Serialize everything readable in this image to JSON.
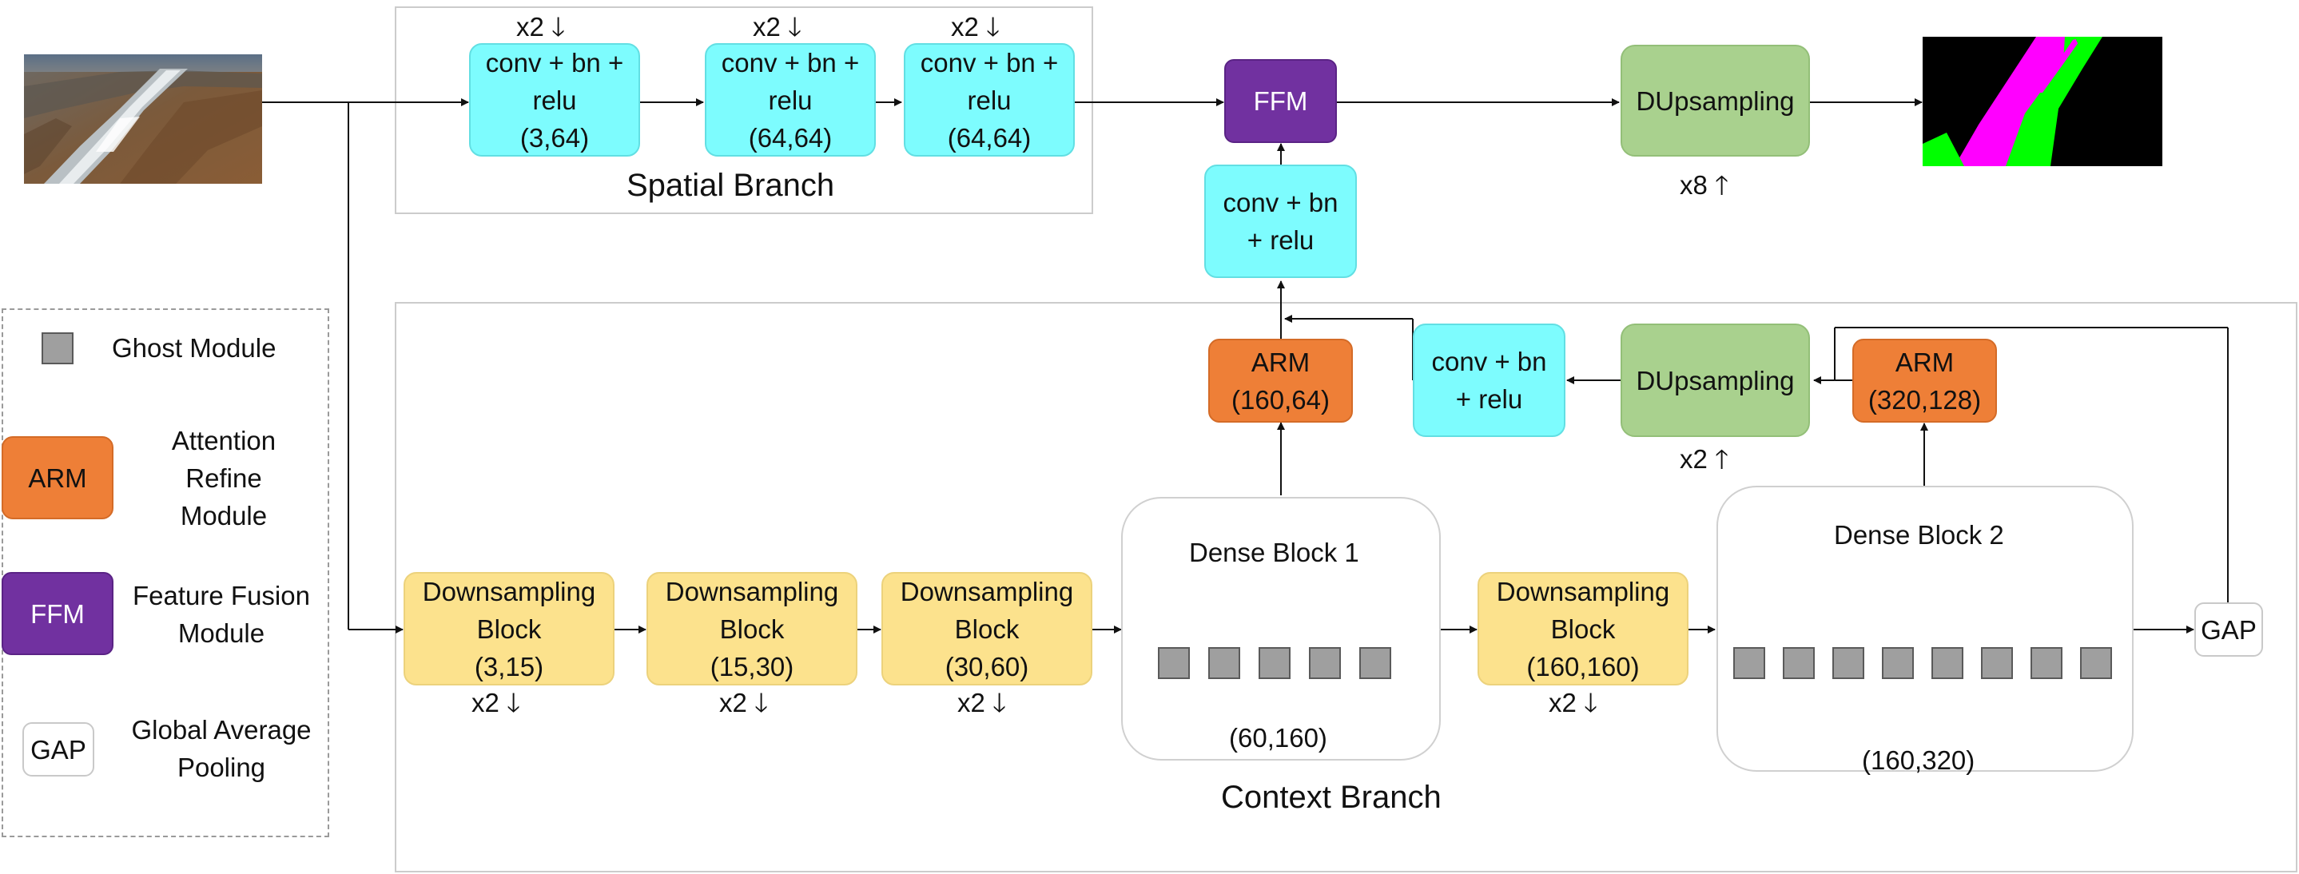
{
  "spatial_branch": {
    "title": "Spatial Branch",
    "conv1": {
      "line1": "conv + bn +",
      "line2": "relu",
      "line3": "(3,64)",
      "factor": "x2"
    },
    "conv2": {
      "line1": "conv + bn +",
      "line2": "relu",
      "line3": "(64,64)",
      "factor": "x2"
    },
    "conv3": {
      "line1": "conv + bn +",
      "line2": "relu",
      "line3": "(64,64)",
      "factor": "x2"
    }
  },
  "ffm": {
    "label": "FFM"
  },
  "top_dupsampling": {
    "label": "DUpsampling",
    "factor": "x8"
  },
  "conv_mid": {
    "line1": "conv + bn",
    "line2": "+ relu"
  },
  "context_branch": {
    "title": "Context Branch",
    "down1": {
      "line1": "Downsampling",
      "line2": "Block",
      "line3": "(3,15)",
      "factor": "x2"
    },
    "down2": {
      "line1": "Downsampling",
      "line2": "Block",
      "line3": "(15,30)",
      "factor": "x2"
    },
    "down3": {
      "line1": "Downsampling",
      "line2": "Block",
      "line3": "(30,60)",
      "factor": "x2"
    },
    "down4": {
      "line1": "Downsampling",
      "line2": "Block",
      "line3": "(160,160)",
      "factor": "x2"
    },
    "dense1": {
      "title": "Dense Block 1",
      "channels": "(60,160)"
    },
    "dense2": {
      "title": "Dense Block 2",
      "channels": "(160,320)"
    },
    "arm1": {
      "line1": "ARM",
      "line2": "(160,64)"
    },
    "arm2": {
      "line1": "ARM",
      "line2": "(320,128)"
    },
    "conv_ctx": {
      "line1": "conv + bn",
      "line2": "+ relu"
    },
    "dupsampling": {
      "label": "DUpsampling",
      "factor": "x2"
    },
    "gap": {
      "label": "GAP"
    }
  },
  "legend": {
    "ghost": {
      "text": "Ghost Module"
    },
    "arm": {
      "key": "ARM",
      "line1": "Attention",
      "line2": "Refine",
      "line3": "Module"
    },
    "ffm": {
      "key": "FFM",
      "line1": "Feature Fusion",
      "line2": "Module"
    },
    "gap": {
      "key": "GAP",
      "line1": "Global Average",
      "line2": "Pooling"
    }
  },
  "arrows": {
    "down": "🡓",
    "up": "🡑"
  },
  "colors": {
    "conv": "#7dfcfe",
    "downsampling": "#fce28d",
    "arm": "#ee7f37",
    "ffm": "#7131a0",
    "dupsampling": "#a9d18e",
    "ghost": "#9f9f9f",
    "seg_magenta": "#ff00ff",
    "seg_green": "#00ff00"
  }
}
